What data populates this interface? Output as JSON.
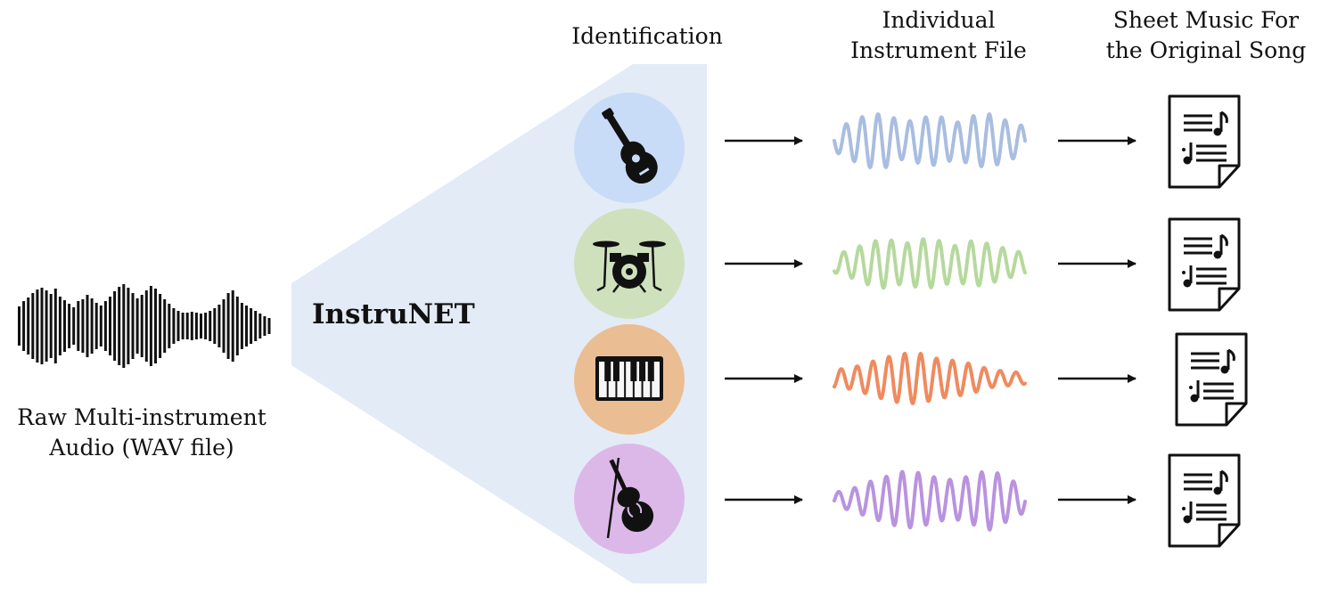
{
  "input": {
    "label_line1": "Raw Multi-instrument",
    "label_line2": "Audio (WAV file)"
  },
  "model": {
    "name": "InstruNET"
  },
  "columns": {
    "identification": "Identification",
    "individual_line1": "Individual",
    "individual_line2": "Instrument File",
    "sheet_line1": "Sheet Music For",
    "sheet_line2": "the Original Song"
  },
  "instruments": [
    {
      "icon": "guitar-icon",
      "circle_color": "#c9dcf7",
      "wave_color": "#a9bde0"
    },
    {
      "icon": "drum-kit-icon",
      "circle_color": "#cfe0bd",
      "wave_color": "#b5d99d"
    },
    {
      "icon": "piano-keyboard-icon",
      "circle_color": "#ebbd92",
      "wave_color": "#ef8a5f"
    },
    {
      "icon": "violin-icon",
      "circle_color": "#dcb8e8",
      "wave_color": "#b993de"
    }
  ],
  "colors": {
    "panel": "#e3ebf6",
    "arrow": "#111111",
    "bars": "#111111"
  }
}
